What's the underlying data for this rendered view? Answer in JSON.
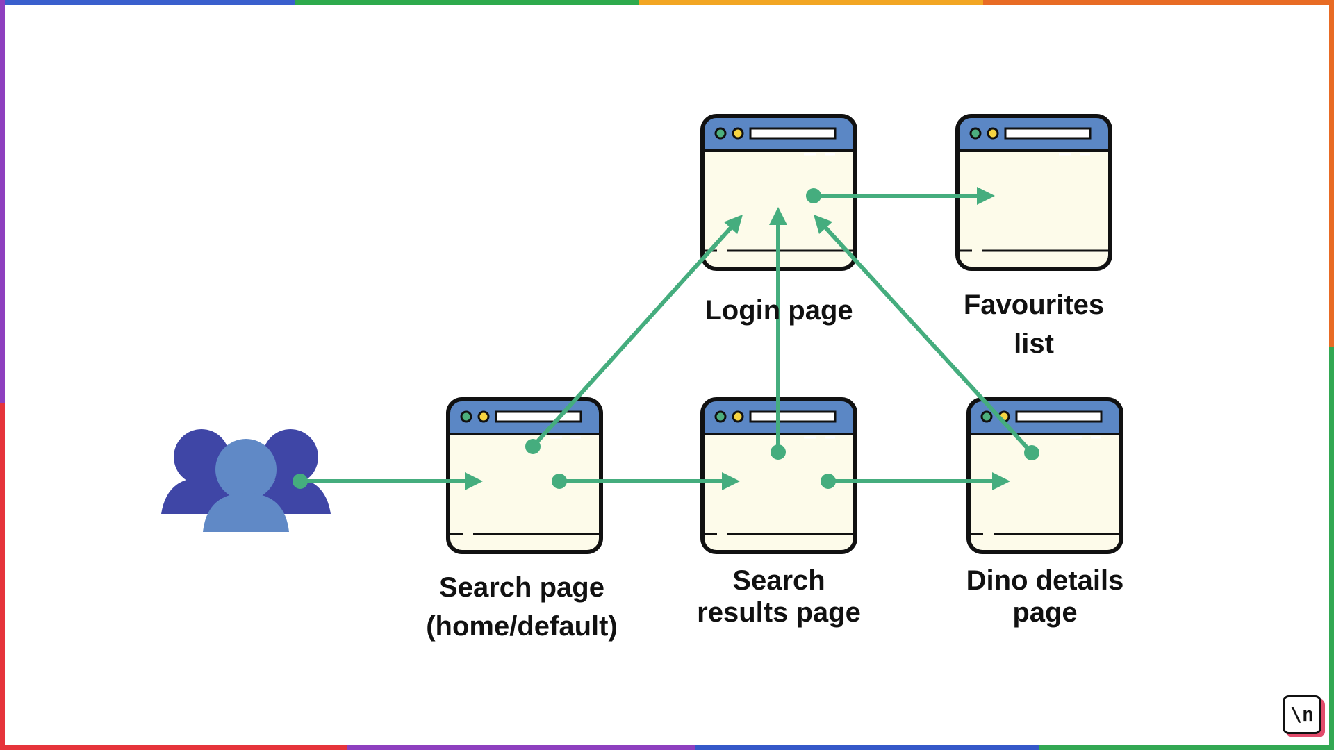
{
  "colors": {
    "window_frame": "#111111",
    "window_titlebar": "#5b87c5",
    "window_body": "#fdfbea",
    "dot_green": "#4caf7d",
    "dot_yellow": "#f5d442",
    "arrow": "#45ad7e",
    "user_back": "#3f46a6",
    "user_front": "#6089c6",
    "border": [
      "#3a5fcd",
      "#2eaa4c",
      "#f2a623",
      "#e86b24",
      "#e6343b",
      "#8e3fbf",
      "#3558c9",
      "#32a853"
    ]
  },
  "icons": [
    "users-icon",
    "browser-window-icon",
    "newline-logo-icon"
  ],
  "pages": {
    "login": [
      "Login page"
    ],
    "favourites": [
      "Favourites",
      "list"
    ],
    "search": [
      "Search page",
      "(home/default)"
    ],
    "results": [
      "Search",
      "results page"
    ],
    "details": [
      "Dino details",
      "page"
    ]
  },
  "edges": [
    [
      "users",
      "search"
    ],
    [
      "search",
      "results"
    ],
    [
      "results",
      "details"
    ],
    [
      "search",
      "login"
    ],
    [
      "results",
      "login"
    ],
    [
      "details",
      "login"
    ],
    [
      "login",
      "favourites"
    ]
  ],
  "logo_text": "\\n"
}
